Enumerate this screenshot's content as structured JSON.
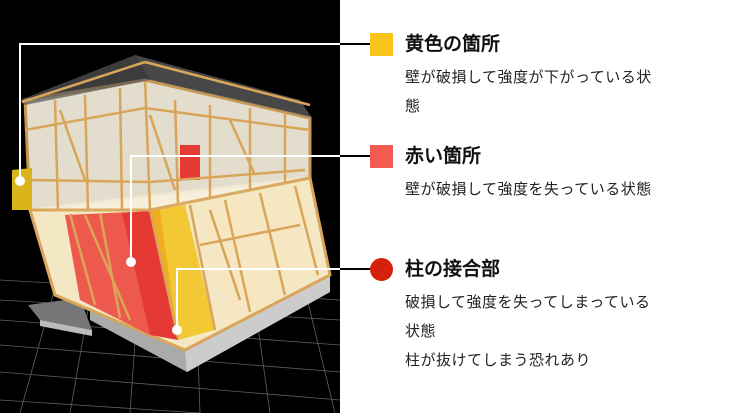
{
  "legend": [
    {
      "title": "黄色の箇所",
      "lines": [
        "壁が破損して強度が下がっている状",
        "態"
      ],
      "color": "#f9c51d",
      "marker": "square"
    },
    {
      "title": "赤い箇所",
      "lines": [
        "壁が破損して強度を失っている状態"
      ],
      "color": "#f35a50",
      "marker": "square"
    },
    {
      "title": "柱の接合部",
      "lines": [
        "破損して強度を失ってしまっている",
        "状態",
        "柱が抜けてしまう恐れあり"
      ],
      "color": "#d6200b",
      "marker": "circle"
    }
  ]
}
